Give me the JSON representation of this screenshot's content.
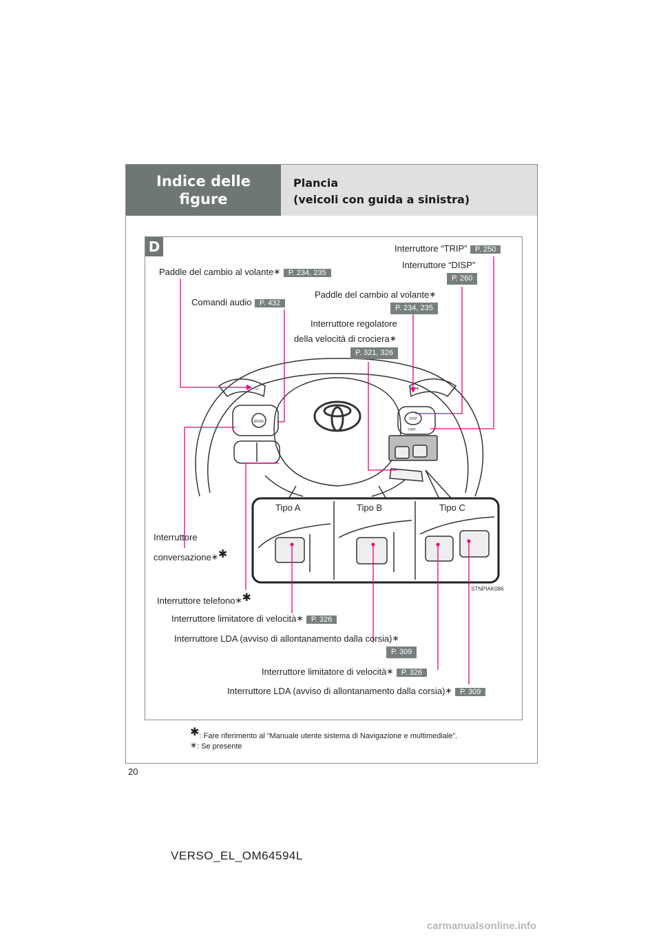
{
  "header": {
    "section_line1": "Indice delle",
    "section_line2": "figure",
    "subtitle_line1": "Plancia",
    "subtitle_line2": "(veicoli con guida a sinistra)"
  },
  "figure": {
    "badge": "D",
    "image_code": "STNPIAK086",
    "wheel_buttons": {
      "mode": "MODE",
      "disp": "DISP",
      "trip": "TRIP",
      "minus": "–",
      "plus": "+"
    },
    "types": [
      "Tipo A",
      "Tipo B",
      "Tipo C"
    ],
    "callouts": [
      {
        "label": "Interruttore “TRIP”",
        "ref": "P. 250"
      },
      {
        "label": "Interruttore “DISP”",
        "ref": "P. 260"
      },
      {
        "label": "Paddle del cambio al volante",
        "ref": "P. 234, 235"
      },
      {
        "label": "Paddle del cambio al volante",
        "ref": "P. 234, 235"
      },
      {
        "label": "Comandi audio",
        "ref": "P. 432"
      },
      {
        "label": "Interruttore regolatore",
        "label2": "della velocità di crociera",
        "ref": "P. 321, 326"
      },
      {
        "label": "Interruttore",
        "label2": "conversazione"
      },
      {
        "label": "Interruttore telefono"
      },
      {
        "label": "Interruttore limitatore di velocità",
        "ref": "P. 326"
      },
      {
        "label": "Interruttore LDA (avviso di allontanamento dalla corsia)",
        "ref": "P. 309"
      },
      {
        "label": "Interruttore limitatore di velocità",
        "ref": "P. 326"
      },
      {
        "label": "Interruttore LDA (avviso di allontanamento dalla corsia)",
        "ref": "P. 309"
      }
    ]
  },
  "footnotes": [
    {
      "mark": "✱",
      "text": ": Fare riferimento al “Manuale utente sistema di Navigazione e multimediale”."
    },
    {
      "mark": "∗",
      "text": ": Se presente"
    }
  ],
  "page": {
    "number": "20",
    "doc_id": "VERSO_EL_OM64594L"
  },
  "watermark": "carmanualsonline.info",
  "colors": {
    "header_dark": "#6e7676",
    "header_light": "#dfe1e1",
    "ref_badge": "#777f7f",
    "leader": "#e8007f"
  }
}
